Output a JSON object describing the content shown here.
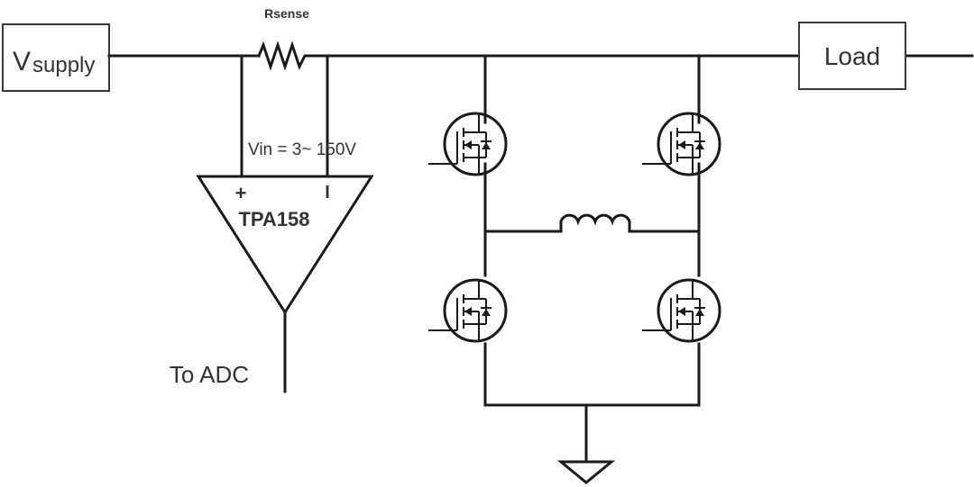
{
  "labels": {
    "rsense": "Rsense",
    "vsupply_main": "V",
    "vsupply_sub": "supply",
    "load": "Load",
    "vin": "Vin = 3~ 150V",
    "opamp_plus": "+",
    "opamp_minus": "I",
    "opamp_name": "TPA158",
    "to_adc": "To ADC"
  },
  "colors": {
    "wire": "#1a1a1a",
    "text": "#333333",
    "box_border": "#3a3a3a",
    "background": "#ffffff"
  }
}
